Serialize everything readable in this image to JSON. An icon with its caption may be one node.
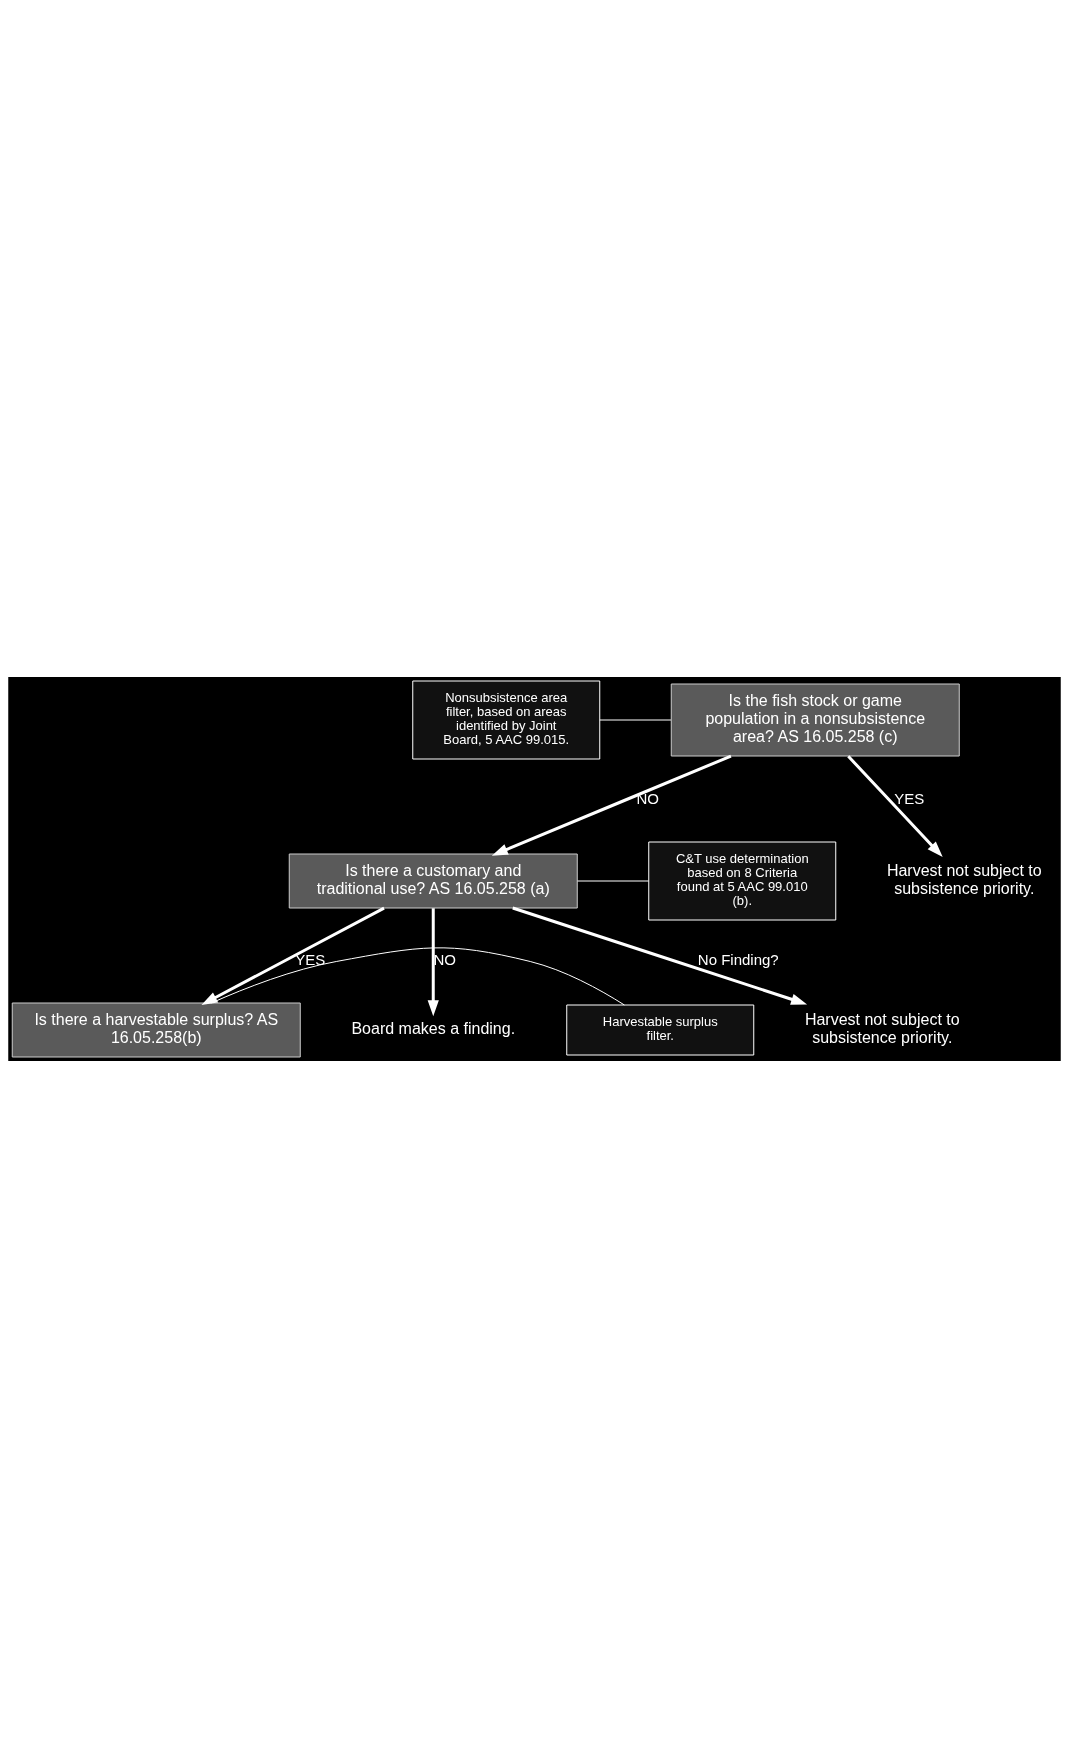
{
  "diagram": {
    "nodes": [
      {
        "text": [
          "Is the fish stock or game population in a nonsubsistence area? AS 16.05.258 (c)"
        ]
      },
      {
        "text": [
          "Nonsubsistence area filter, based on areas identified by Joint Board, 5 AAC 99.015."
        ]
      },
      {
        "text": [
          "Is there a customary and traditional use? AS 16.05.258 (a)"
        ]
      },
      {
        "text": [
          "C&T use determination based on 8 Criteria found at 5 AAC 99.010 (b)."
        ]
      },
      {
        "text": [
          "Is there a harvestable surplus? AS 16.05.258(b)"
        ]
      },
      {
        "text": [
          "Harvestable surplus filter."
        ]
      },
      {
        "text": [
          "Harvest not subject to subsistence priority."
        ]
      },
      {
        "text": [
          "Board makes a finding."
        ]
      },
      {
        "text": [
          "Harvest not subject to subsistence priority."
        ]
      }
    ],
    "edges": [
      {
        "from": 1,
        "to": 0,
        "arrow": "none"
      },
      {
        "from": 0,
        "to": 2,
        "arrow": "to",
        "label": "NO"
      },
      {
        "from": 0,
        "to": 6,
        "arrow": "to",
        "label": "YES"
      },
      {
        "from": 3,
        "to": 2,
        "arrow": "none"
      },
      {
        "from": 2,
        "to": 4,
        "arrow": "to",
        "label": "YES"
      },
      {
        "from": 2,
        "to": 7,
        "arrow": "to",
        "label": "NO"
      },
      {
        "from": 2,
        "to": 8,
        "arrow": "to",
        "label": "No Finding?"
      },
      {
        "from": 5,
        "to": 4,
        "arrow": "none"
      }
    ]
  }
}
